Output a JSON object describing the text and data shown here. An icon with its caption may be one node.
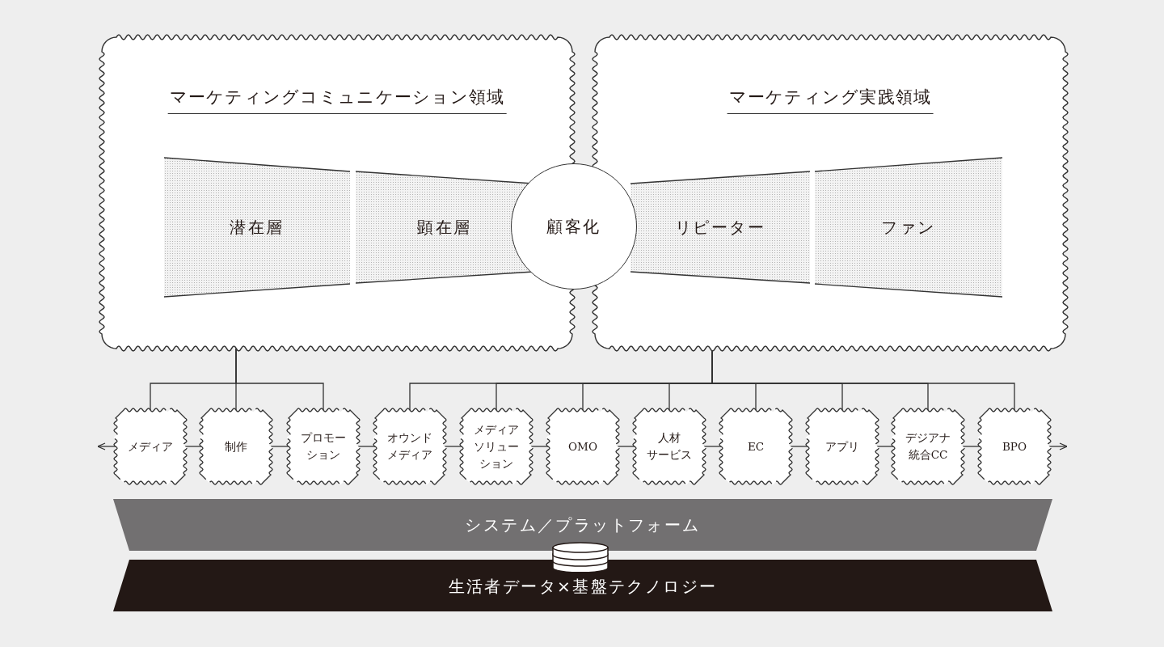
{
  "diagram": {
    "nodes": [
      {
        "text": [
          "マーケティングコミュニケーション領域"
        ]
      },
      {
        "text": [
          "潜在層"
        ],
        "in": 0
      },
      {
        "text": [
          "顕在層"
        ],
        "in": 0
      },
      {
        "text": [
          "顧客化"
        ]
      },
      {
        "text": [
          "マーケティング実践領域"
        ]
      },
      {
        "text": [
          "リピーター"
        ],
        "in": 4
      },
      {
        "text": [
          "ファン"
        ],
        "in": 4
      },
      {
        "text": [
          "メディア"
        ]
      },
      {
        "text": [
          "制作"
        ]
      },
      {
        "text": [
          "プロモーション"
        ]
      },
      {
        "text": [
          "オウンドメディア"
        ]
      },
      {
        "text": [
          "メディアソリューション"
        ]
      },
      {
        "text": [
          "OMO"
        ]
      },
      {
        "text": [
          "人材サービス"
        ]
      },
      {
        "text": [
          "EC"
        ]
      },
      {
        "text": [
          "アプリ"
        ]
      },
      {
        "text": [
          "デジアナ統合CC"
        ]
      },
      {
        "text": [
          "BPO"
        ]
      },
      {
        "text": [
          "システム／プラットフォーム"
        ]
      },
      {
        "text": [
          "生活者データ×基盤テクノロジー"
        ]
      }
    ],
    "edges": [
      {
        "from": 0,
        "to": 7,
        "arrow": "none"
      },
      {
        "from": 0,
        "to": 8,
        "arrow": "none"
      },
      {
        "from": 0,
        "to": 9,
        "arrow": "none"
      },
      {
        "from": 4,
        "to": 10,
        "arrow": "none"
      },
      {
        "from": 4,
        "to": 11,
        "arrow": "none"
      },
      {
        "from": 4,
        "to": 12,
        "arrow": "none"
      },
      {
        "from": 4,
        "to": 13,
        "arrow": "none"
      },
      {
        "from": 4,
        "to": 14,
        "arrow": "none"
      },
      {
        "from": 4,
        "to": 15,
        "arrow": "none"
      },
      {
        "from": 4,
        "to": 16,
        "arrow": "none"
      },
      {
        "from": 4,
        "to": 17,
        "arrow": "none"
      },
      {
        "from": 7,
        "to": 8,
        "arrow": "none"
      },
      {
        "from": 8,
        "to": 9,
        "arrow": "none"
      },
      {
        "from": 9,
        "to": 10,
        "arrow": "none"
      },
      {
        "from": 10,
        "to": 11,
        "arrow": "none"
      },
      {
        "from": 11,
        "to": 12,
        "arrow": "none"
      },
      {
        "from": 12,
        "to": 13,
        "arrow": "none"
      },
      {
        "from": 13,
        "to": 14,
        "arrow": "none"
      },
      {
        "from": 14,
        "to": 15,
        "arrow": "none"
      },
      {
        "from": 15,
        "to": 16,
        "arrow": "none"
      },
      {
        "from": 16,
        "to": 17,
        "arrow": "none"
      },
      {
        "from": 7,
        "to": null,
        "arrow": "to"
      },
      {
        "from": 17,
        "to": null,
        "arrow": "to"
      }
    ]
  }
}
